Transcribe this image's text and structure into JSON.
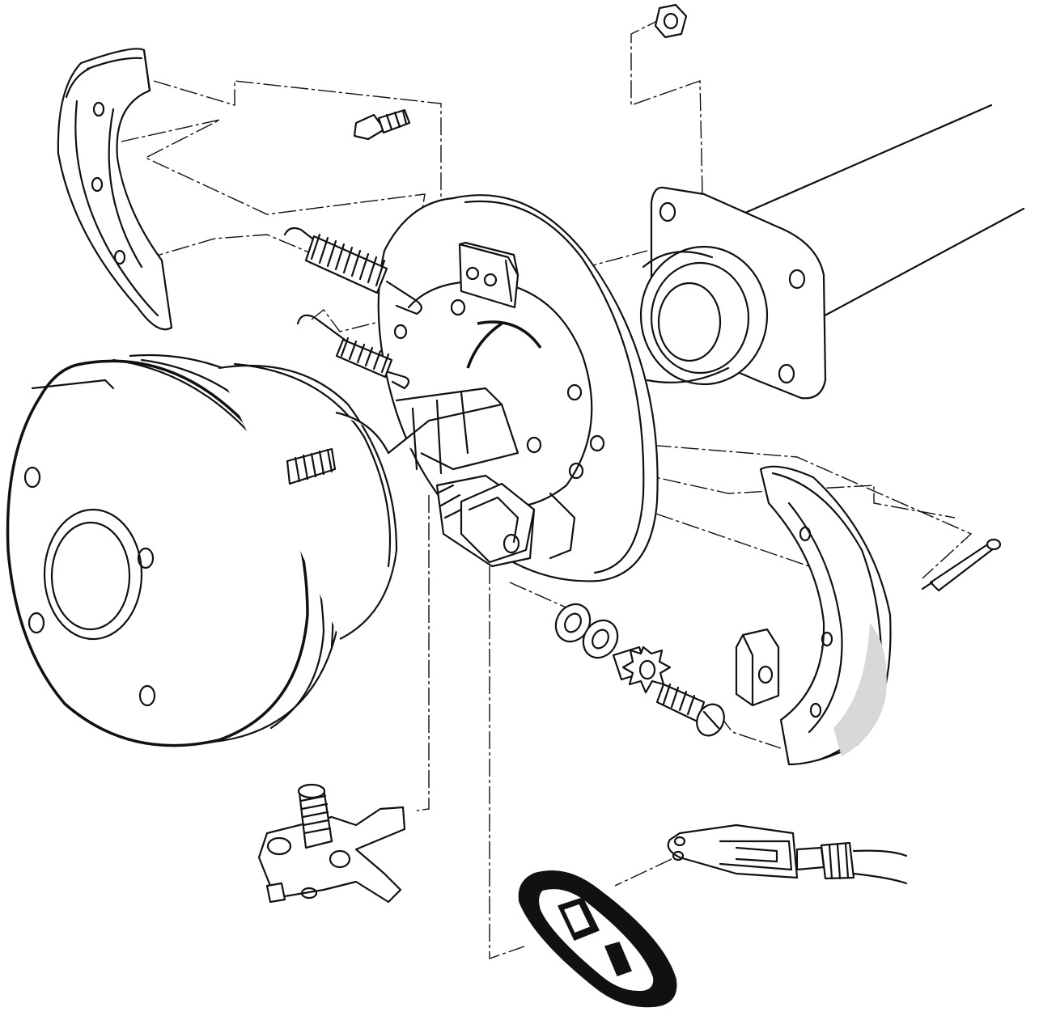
{
  "diagram": {
    "type": "exploded-parts-view",
    "parts": [
      "brake-shoe-upper",
      "brake-shoe-lower",
      "return-spring-upper",
      "return-spring-lower",
      "backing-plate",
      "wheel-cylinder-block",
      "hub-flange",
      "axle-tube",
      "brake-drum",
      "wheel-stud",
      "flange-bolt",
      "nut",
      "adjuster-lever-assembly",
      "adjuster-housing",
      "washer",
      "adjuster-wheel",
      "adjuster-screw",
      "shoe-clip",
      "cotter-pin",
      "rubber-boot",
      "cable-clevis",
      "brake-cable"
    ],
    "colors": {
      "ink": "#111111",
      "paper": "#ffffff"
    }
  }
}
